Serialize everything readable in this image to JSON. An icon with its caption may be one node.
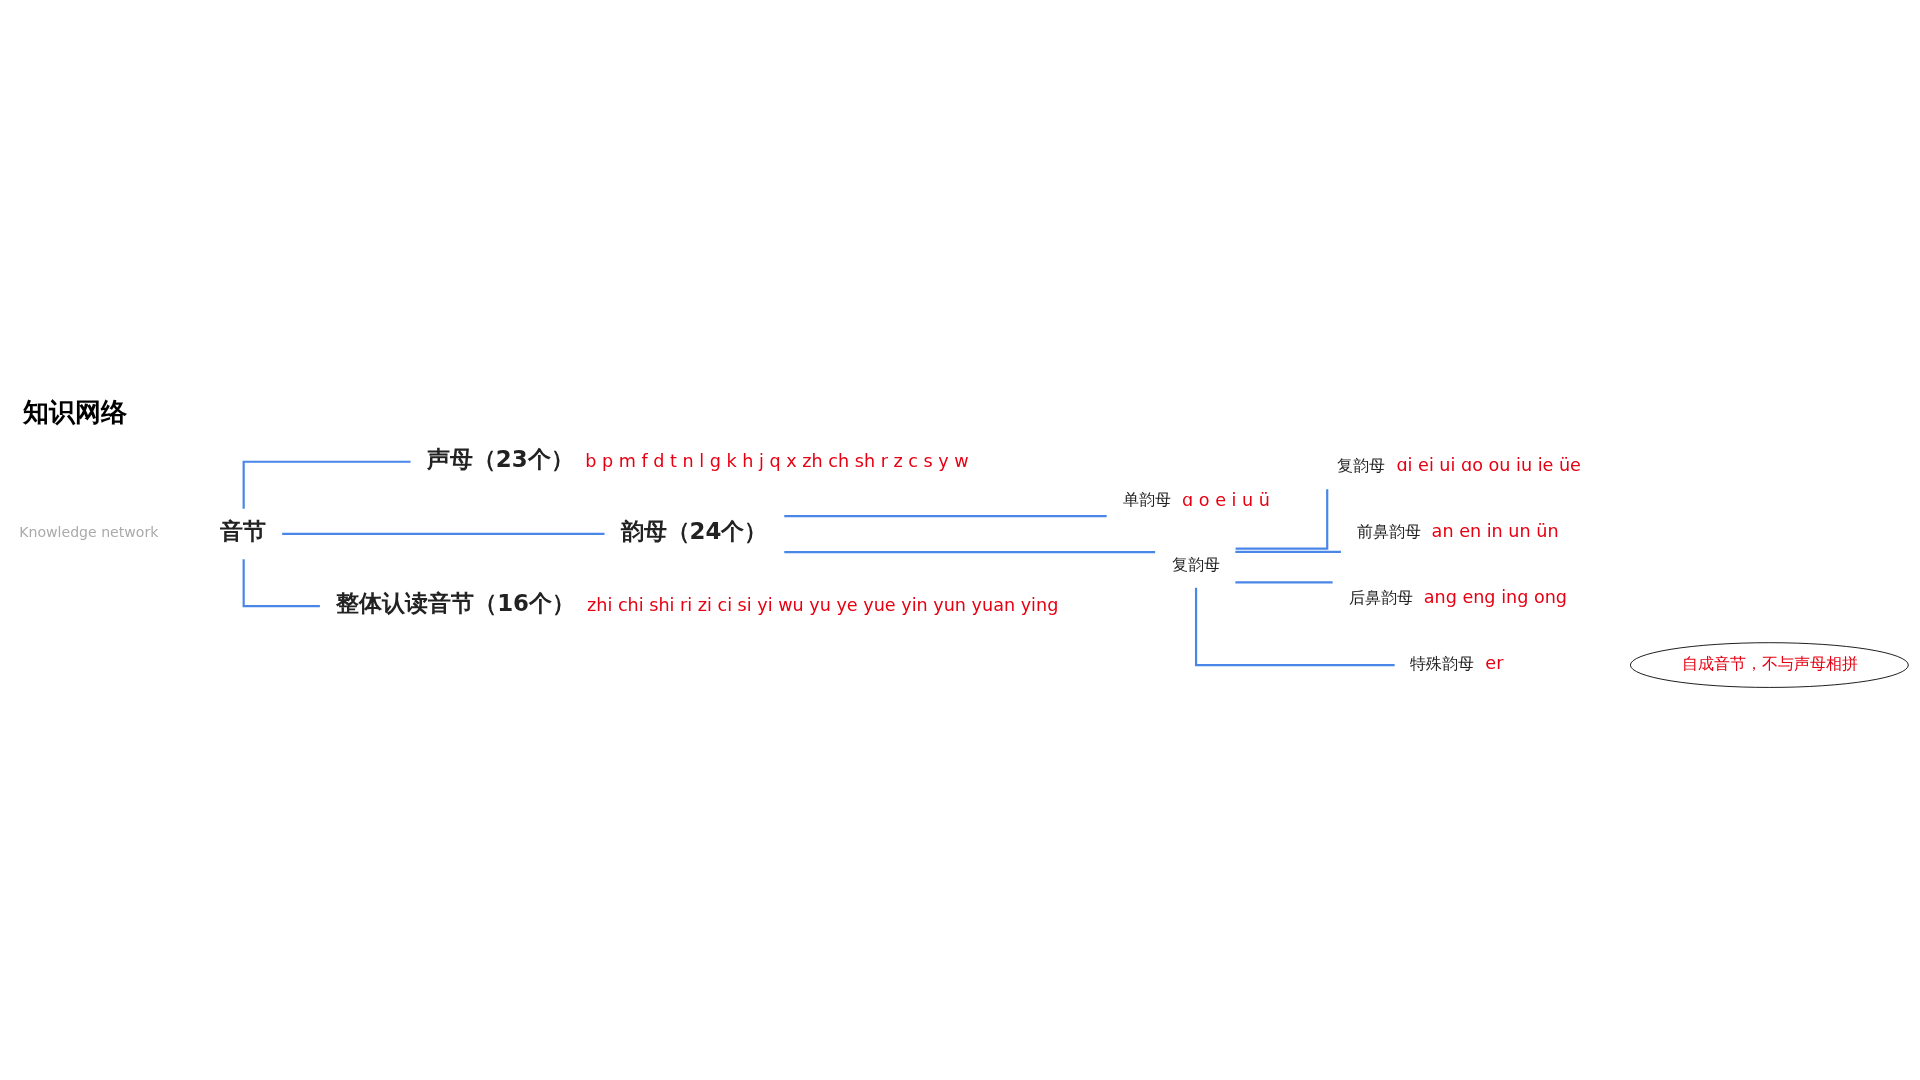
{
  "diagram": {
    "title": "知识网络",
    "nodes": [
      {
        "text": [
          "音节"
        ]
      },
      {
        "text": [
          "声母（23个）"
        ],
        "beside": [
          "b p m f d t n l g k h j q x zh ch sh r z c s y w"
        ]
      },
      {
        "text": [
          "韵母（24个）"
        ]
      },
      {
        "text": [
          "整体认读音节（16个）"
        ],
        "beside": [
          "zhi chi shi ri zi ci si yi wu yu ye yue yin yun yuan ying"
        ]
      },
      {
        "text": [
          "单韵母"
        ],
        "beside": [
          "ɑ o e i u ü"
        ]
      },
      {
        "text": [
          "复韵母"
        ]
      },
      {
        "text": [
          "复韵母"
        ],
        "beside": [
          "ɑi ei ui ɑo ou iu ie üe"
        ]
      },
      {
        "text": [
          "前鼻韵母"
        ],
        "beside": [
          "an en in un ün"
        ]
      },
      {
        "text": [
          "后鼻韵母"
        ],
        "beside": [
          "ang eng ing ong"
        ]
      },
      {
        "text": [
          "特殊韵母"
        ],
        "beside": [
          "er"
        ]
      },
      {
        "text": [
          "自成音节，不与声母相拼"
        ]
      }
    ],
    "edges": [
      {
        "from": 0,
        "to": 1,
        "arrow": "none"
      },
      {
        "from": 0,
        "to": 2,
        "arrow": "none"
      },
      {
        "from": 0,
        "to": 3,
        "arrow": "none"
      },
      {
        "from": 2,
        "to": 4,
        "arrow": "none"
      },
      {
        "from": 2,
        "to": 5,
        "arrow": "none"
      },
      {
        "from": 5,
        "to": 6,
        "arrow": "none"
      },
      {
        "from": 5,
        "to": 7,
        "arrow": "none"
      },
      {
        "from": 5,
        "to": 8,
        "arrow": "none"
      },
      {
        "from": 5,
        "to": 9,
        "arrow": "none"
      }
    ],
    "labels": [
      "Knowledge network"
    ]
  }
}
